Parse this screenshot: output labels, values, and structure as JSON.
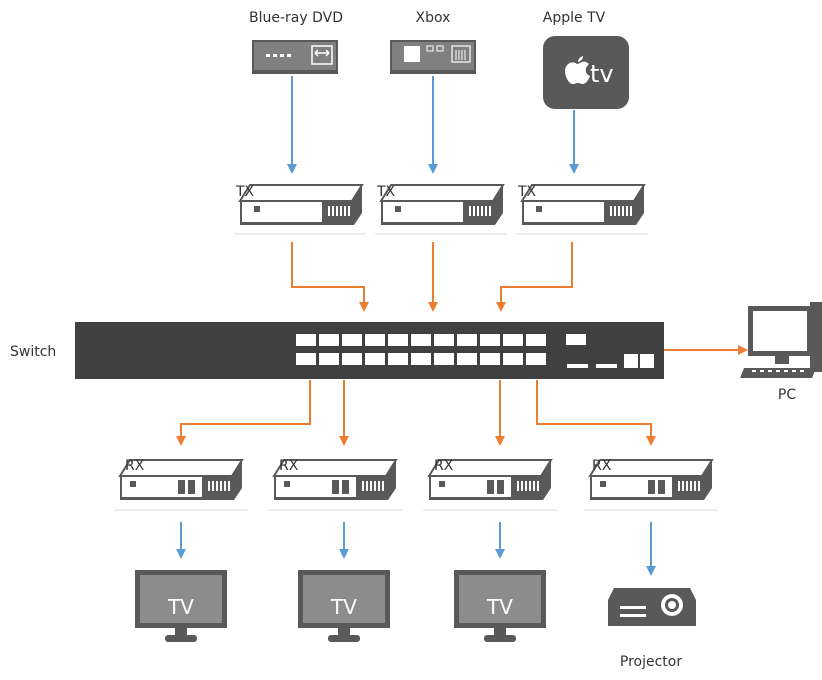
{
  "sources": {
    "bluray_label": "Blue-ray DVD",
    "xbox_label": "Xbox",
    "appletv_label": "Apple TV",
    "appletv_screen_text": "tv"
  },
  "transmitters": {
    "tx1_tag": "TX",
    "tx2_tag": "TX",
    "tx3_tag": "TX"
  },
  "network": {
    "switch_label": "Switch",
    "pc_label": "PC"
  },
  "receivers": {
    "rx1_tag": "RX",
    "rx2_tag": "RX",
    "rx3_tag": "RX",
    "rx4_tag": "RX"
  },
  "displays": {
    "tv1_text": "TV",
    "tv2_text": "TV",
    "tv3_text": "TV",
    "projector_label": "Projector"
  },
  "colors": {
    "hdmi_link": "#5b9bd5",
    "network_link": "#ed7d31",
    "device": "#595959"
  }
}
